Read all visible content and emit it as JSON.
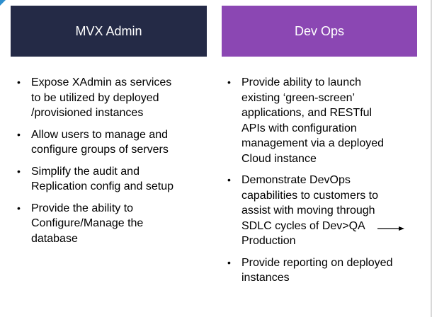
{
  "left_column": {
    "header": "MVX Admin",
    "bullets": [
      "Expose XAdmin  as services\nto be utilized by deployed\n/provisioned instances",
      "Allow users to manage and\nconfigure groups of servers",
      "Simplify the audit and\nReplication config and setup",
      "Provide the ability to\nConfigure/Manage the\ndatabase"
    ]
  },
  "right_column": {
    "header": "Dev Ops",
    "bullets": [
      "Provide ability to launch\nexisting ‘green-screen’\napplications, and RESTful\nAPIs with configuration\nmanagement via a deployed\nCloud instance",
      "Demonstrate DevOps\ncapabilities to customers to\nassist with moving through\nSDLC cycles of Dev>QA\nProduction",
      "Provide reporting on deployed\ninstances"
    ]
  },
  "colors": {
    "left_header_bg": "#242a46",
    "right_header_bg": "#8b47b3",
    "corner_accent": "#2e8fce"
  }
}
